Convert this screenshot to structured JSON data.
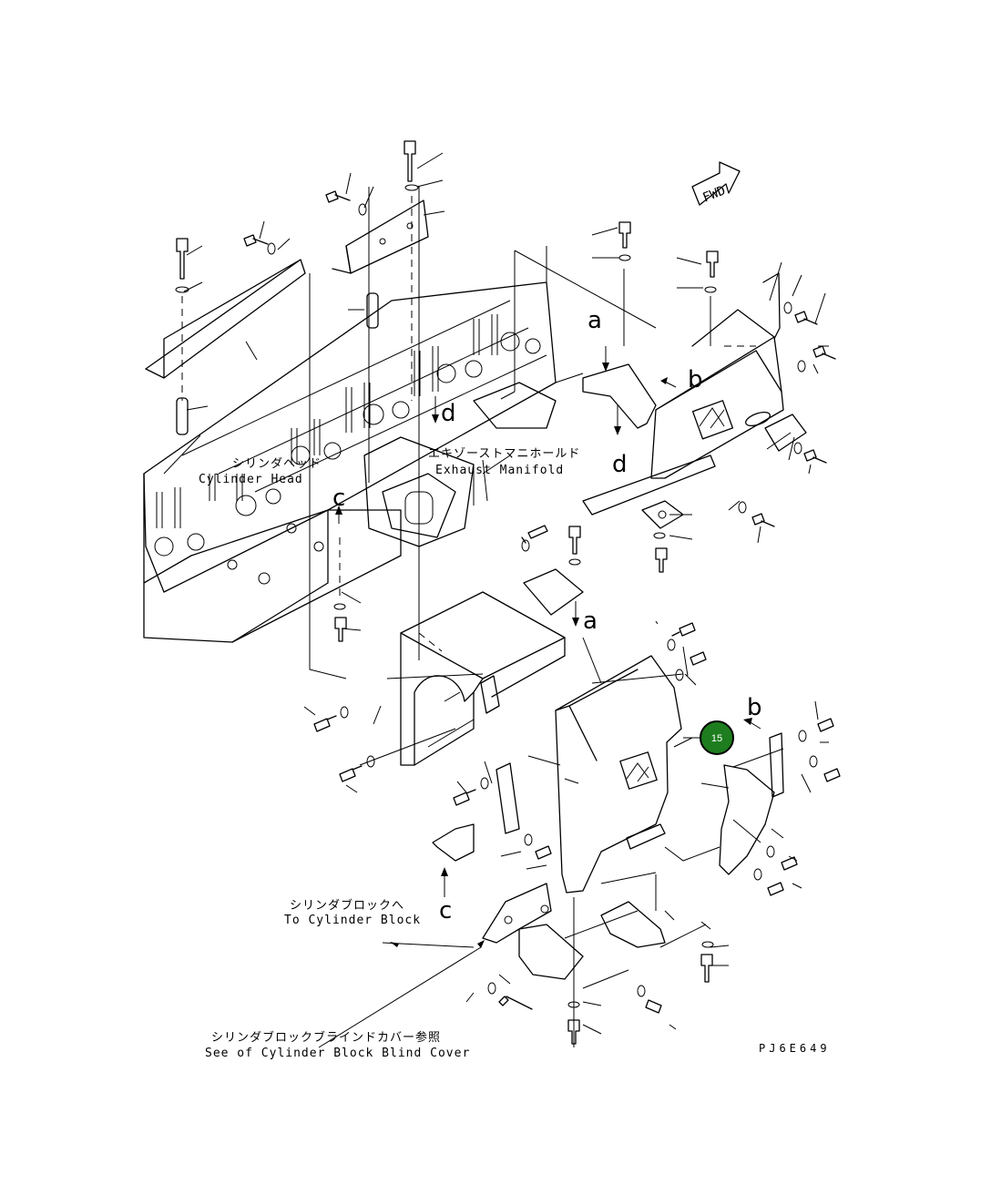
{
  "labels": {
    "fwd": "FWD",
    "cylinder_head_jp": "シリンダヘッド",
    "cylinder_head_en": "Cylinder Head",
    "exhaust_manifold_jp": "エキゾーストマニホールド",
    "exhaust_manifold_en": "Exhaust Manifold",
    "to_cylinder_block_jp": "シリンダブロックへ",
    "to_cylinder_block_en": "To Cylinder Block",
    "see_blind_cover_jp": "シリンダブロックブラインドカバー参照",
    "see_blind_cover_en": "See of Cylinder Block Blind Cover",
    "drawing_code": "PJ6E649"
  },
  "view_markers": {
    "a1": "a",
    "a2": "a",
    "b1": "b",
    "b2": "b",
    "c1": "c",
    "c2": "c",
    "d1": "d",
    "d2": "d"
  },
  "callout": {
    "number": "15",
    "color": "#1e7d1e"
  }
}
